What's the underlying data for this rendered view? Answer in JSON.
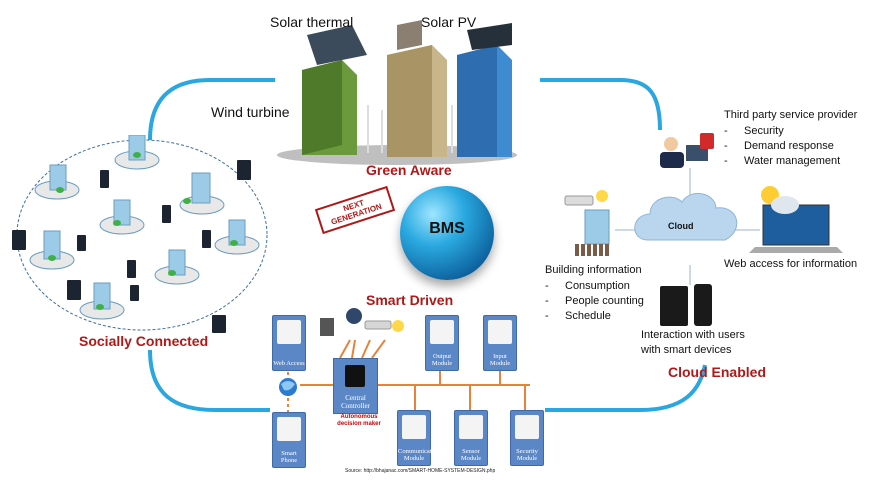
{
  "labels": {
    "solar_thermal": "Solar thermal",
    "solar_pv": "Solar PV",
    "wind_turbine": "Wind turbine",
    "green_aware": "Green Aware",
    "next_generation": "NEXT GENERATION",
    "bms": "BMS",
    "smart_driven": "Smart Driven",
    "socially_connected": "Socially Connected",
    "cloud_enabled": "Cloud Enabled",
    "cloud": "Cloud",
    "web_access": "Web access for information",
    "interaction_line1": "Interaction with users",
    "interaction_line2": "with smart devices",
    "source": "Source: http://bhajanac.com/SMART-HOME-SYSTEM-DESIGN.php",
    "autonomous": "Autonomous decision maker"
  },
  "third_party": {
    "title": "Third party service provider",
    "items": [
      "Security",
      "Demand response",
      "Water management"
    ]
  },
  "building_info": {
    "title": "Building information",
    "items": [
      "Consumption",
      "People counting",
      "Schedule"
    ]
  },
  "modules": {
    "web_access": "Web Access",
    "smart_phone": "Smart Phone",
    "central_controller": "Central Controller",
    "output": "Output Module",
    "input": "Input Module",
    "communication": "Communication Module",
    "sensor": "Sensor Module",
    "security": "Security Module"
  },
  "colors": {
    "loop": "#2aa6e0",
    "accent_red": "#b01818",
    "module_blue": "#5b87c6",
    "bus_orange": "#e8823a",
    "cloud": "#b9d6ee"
  }
}
